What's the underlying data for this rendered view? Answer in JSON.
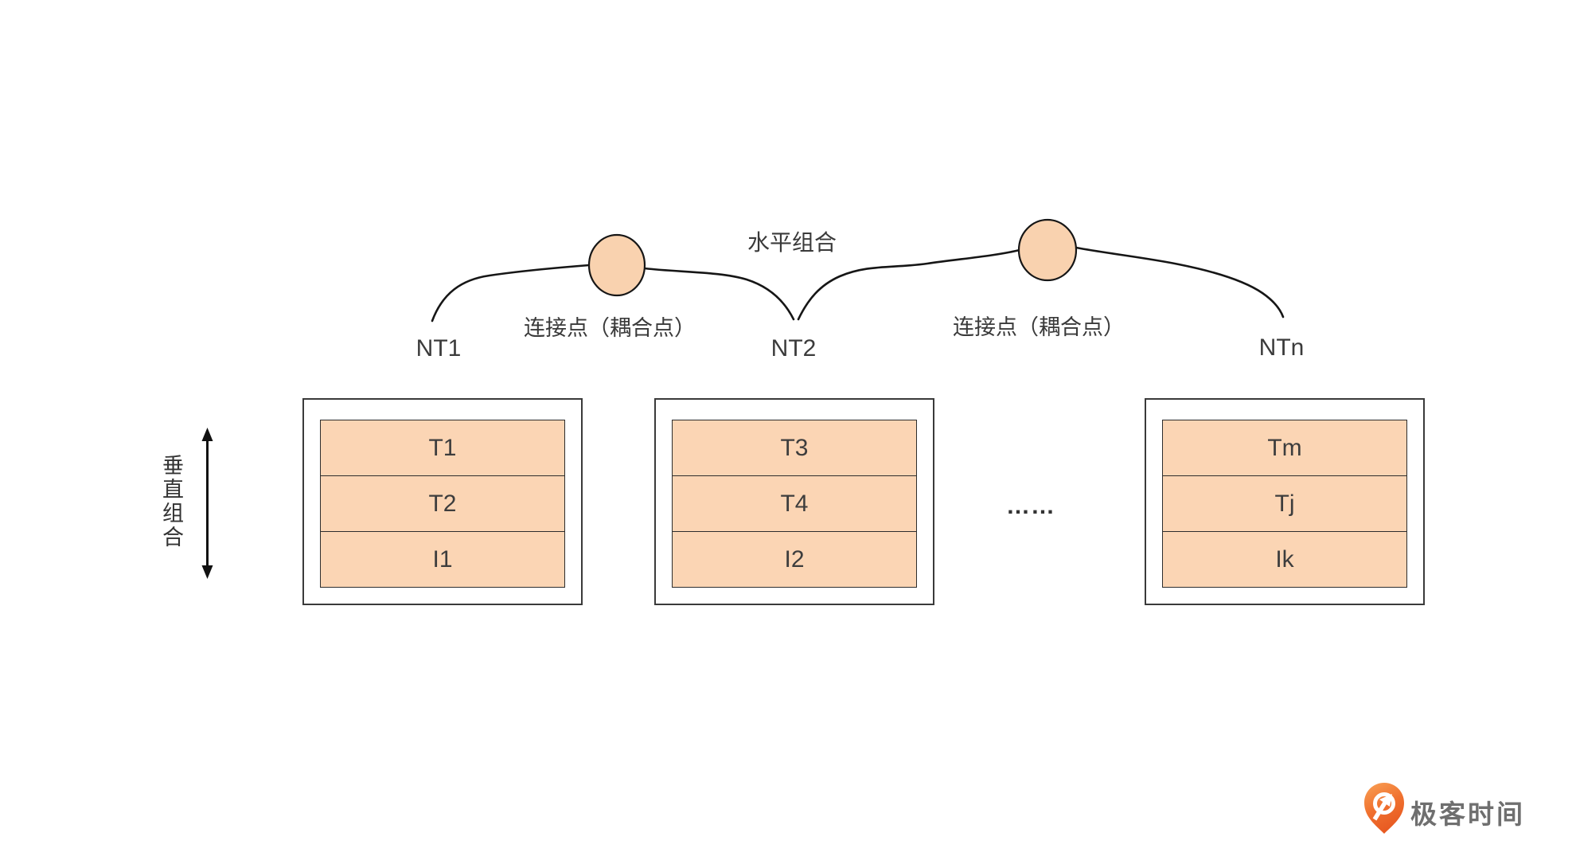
{
  "diagram": {
    "top_label": "水平组合",
    "left_label_vertical": "垂直组合",
    "connectors": [
      {
        "label": "连接点（耦合点）"
      },
      {
        "label": "连接点（耦合点）"
      }
    ],
    "nodes": [
      {
        "label": "NT1",
        "rows": [
          "T1",
          "T2",
          "I1"
        ]
      },
      {
        "label": "NT2",
        "rows": [
          "T3",
          "T4",
          "I2"
        ]
      },
      {
        "label": "NTn",
        "rows": [
          "Tm",
          "Tj",
          "Ik"
        ]
      }
    ],
    "ellipsis": "……",
    "colors": {
      "row_fill": "#FBD5B4",
      "circle_fill": "#F9D2AF",
      "line": "#1a1a1a",
      "label_text": "#3a3a3a"
    }
  },
  "branding": {
    "logo_icon": "geektime-logo-icon",
    "logo_text": "极客时间",
    "logo_orange": "#EE6A2B",
    "logo_text_color": "#6f6f6f"
  }
}
